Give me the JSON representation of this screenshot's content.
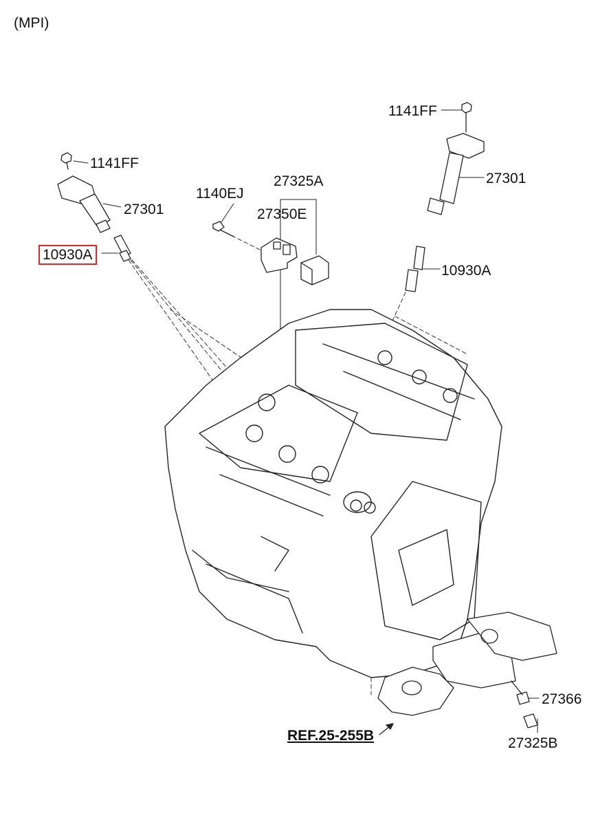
{
  "header": {
    "variant": "(MPI)"
  },
  "parts": {
    "bolt_left": "1141FF",
    "coil_left": "27301",
    "plug_left": "10930A",
    "bolt_bracket": "1140EJ",
    "sensor_group": "27325A",
    "bracket": "27350E",
    "bolt_right": "1141FF",
    "coil_right": "27301",
    "plug_right": "10930A",
    "clip": "27366",
    "sensor_lower": "27325B"
  },
  "reference": {
    "label": "REF.25-255B"
  },
  "highlight": {
    "part": "plug_left",
    "color": "#d42a2a"
  }
}
